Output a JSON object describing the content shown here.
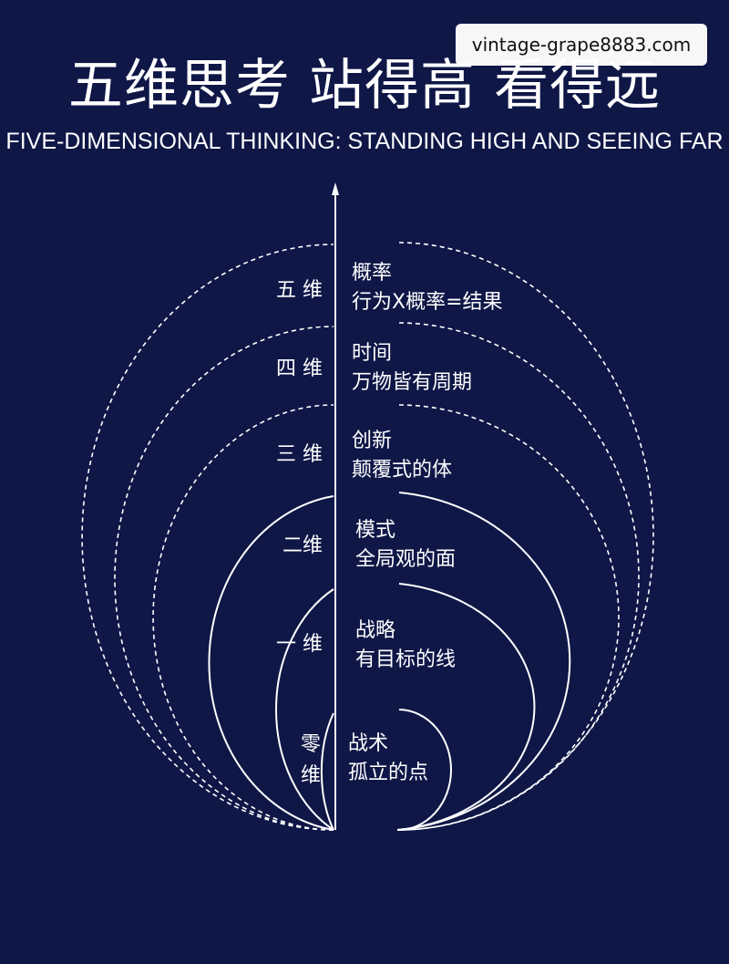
{
  "watermark": "vintage-grape8883.com",
  "title": "五维思考 站得高 看得远",
  "subtitle": "FIVE-DIMENSIONAL THINKING: STANDING HIGH AND SEEING FAR",
  "levels": [
    {
      "dimension": "五 维",
      "name": "概率",
      "description": "行为X概率=结果"
    },
    {
      "dimension": "四 维",
      "name": "时间",
      "description": "万物皆有周期"
    },
    {
      "dimension": "三 维",
      "name": "创新",
      "description": "颠覆式的体"
    },
    {
      "dimension": "二维",
      "name": "模式",
      "description": "全局观的面"
    },
    {
      "dimension": "一 维",
      "name": "战略",
      "description": "有目标的线"
    },
    {
      "dimension_top": "零",
      "dimension_bottom": "维",
      "name": "战术",
      "description": "孤立的点"
    }
  ],
  "colors": {
    "background": "#0f1747",
    "line": "#ffffff"
  }
}
